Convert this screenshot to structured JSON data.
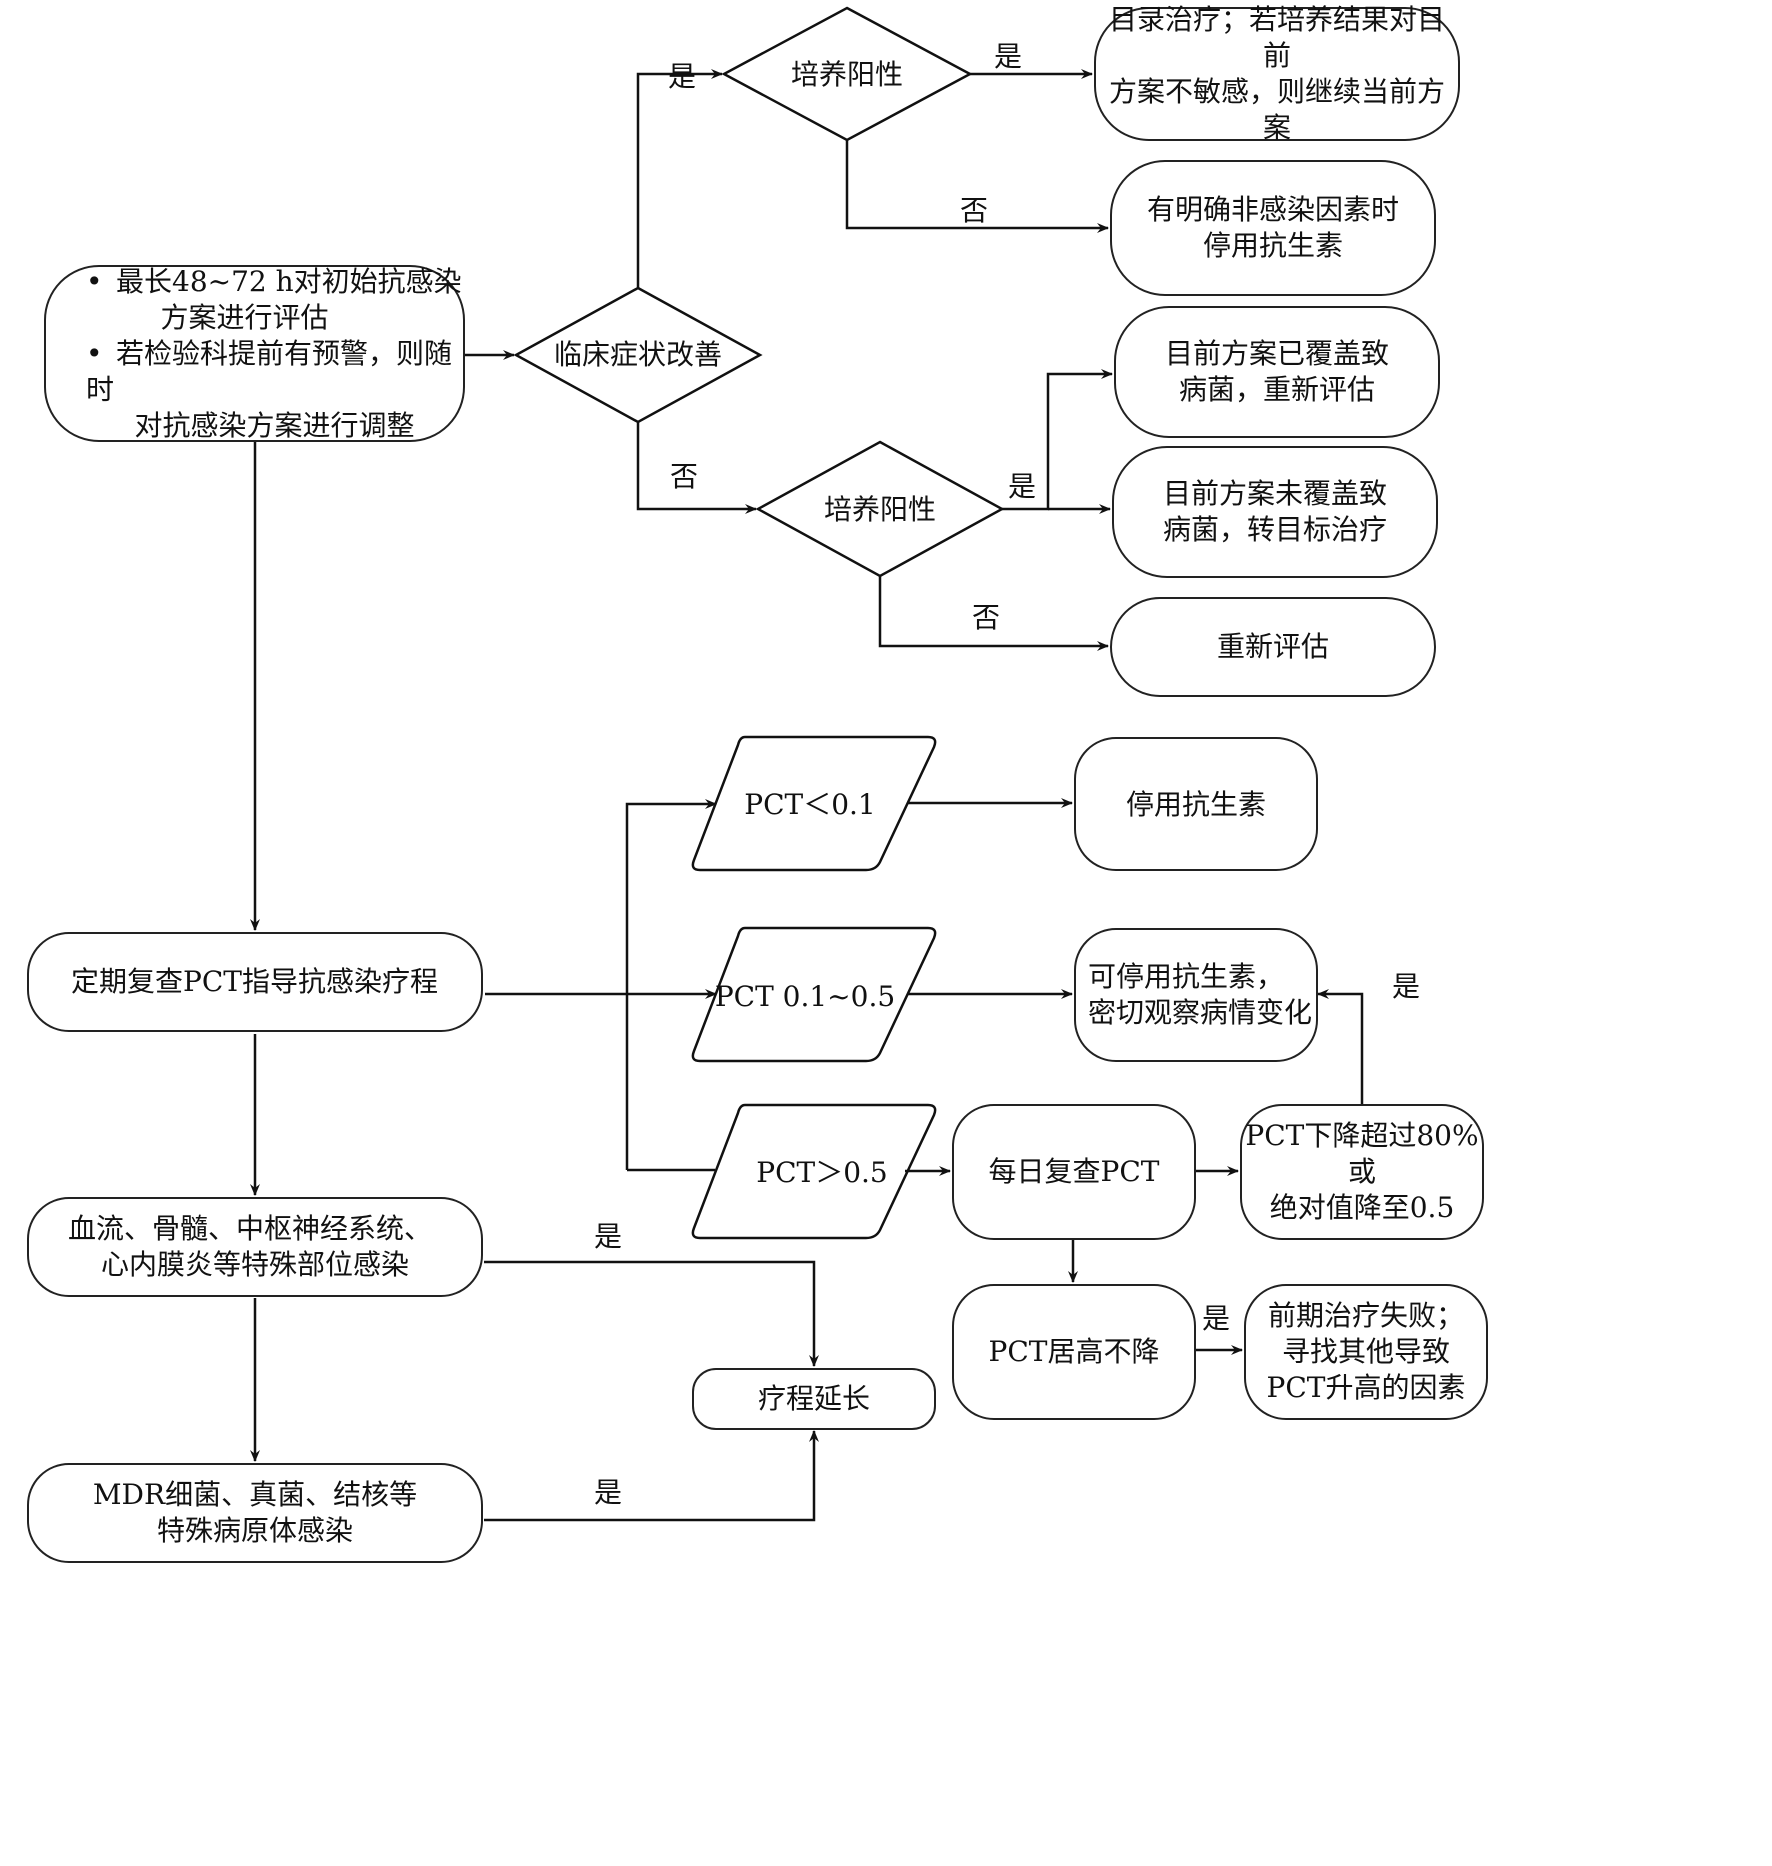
{
  "nodes": {
    "initial_eval": {
      "bullets": [
        {
          "line1": "最长48~72 h对初始抗感染",
          "line2": "方案进行评估"
        },
        {
          "line1": "若检验科提前有预警，则随时",
          "line2": "对抗感染方案进行调整"
        }
      ]
    },
    "clinical_improved": "临床症状改善",
    "culture_positive_top": "培养阳性",
    "culture_positive_bottom": "培养阳性",
    "targeted_treatment": [
      "目录治疗；若培养结果对目前",
      "方案不敏感，则继续当前方案"
    ],
    "stop_non_infectious": [
      "有明确非感染因素时",
      "停用抗生素"
    ],
    "covered_reassess": [
      "目前方案已覆盖致",
      "病菌，重新评估"
    ],
    "not_covered_target": [
      "目前方案未覆盖致",
      "病菌，转目标治疗"
    ],
    "reassess": "重新评估",
    "pct_guide": "定期复查PCT指导抗感染疗程",
    "pct_lt_01": "PCT＜0.1",
    "pct_01_05": "PCT 0.1~0.5",
    "pct_gt_05": "PCT＞0.5",
    "stop_antibiotics": "停用抗生素",
    "may_stop": [
      "可停用抗生素，",
      "密切观察病情变化"
    ],
    "daily_pct": "每日复查PCT",
    "pct_drop": [
      "PCT下降超过80%或",
      "绝对值降至0.5"
    ],
    "pct_high": "PCT居高不降",
    "treatment_failed": [
      "前期治疗失败；",
      "寻找其他导致",
      "PCT升高的因素"
    ],
    "special_site": [
      "血流、骨髓、中枢神经系统、",
      "心内膜炎等特殊部位感染"
    ],
    "special_pathogen": [
      "MDR细菌、真菌、结核等",
      "特殊病原体感染"
    ],
    "prolong_course": "疗程延长"
  },
  "edge_labels": {
    "improved_yes": "是",
    "improved_no": "否",
    "culture_top_yes": "是",
    "culture_top_no": "否",
    "culture_bottom_yes": "是",
    "culture_bottom_no": "否",
    "drop_yes": "是",
    "high_yes": "是",
    "special_site_yes": "是",
    "special_pathogen_yes": "是"
  }
}
